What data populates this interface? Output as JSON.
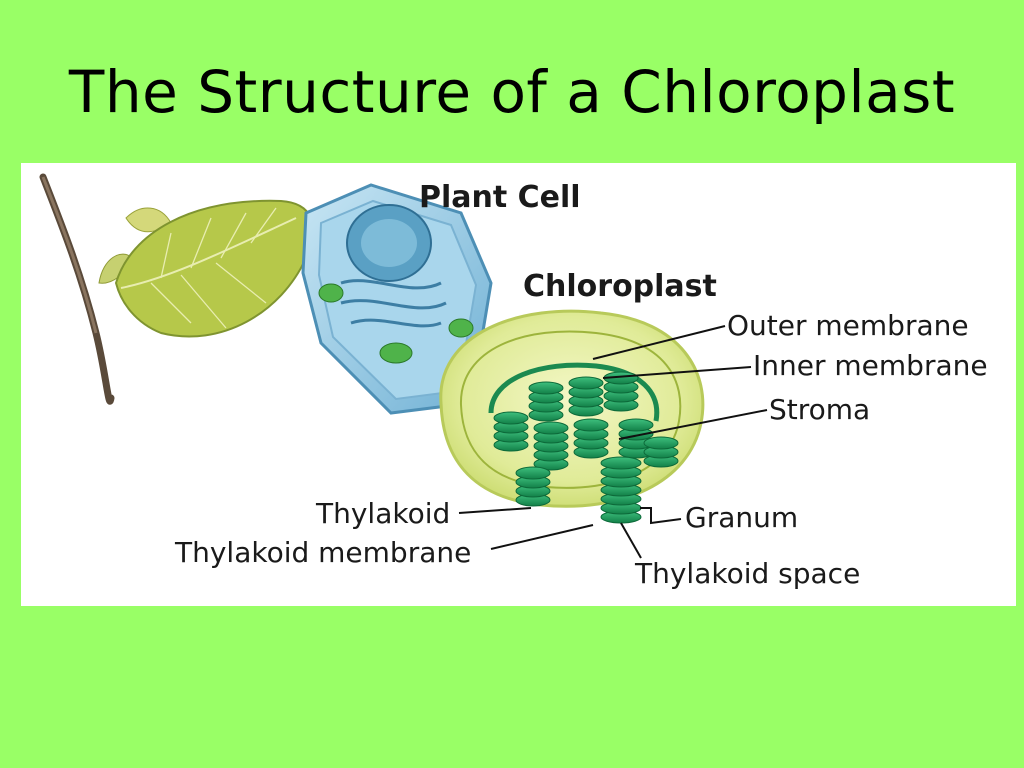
{
  "slide": {
    "title": "The Structure of a Chloroplast"
  },
  "diagram": {
    "labels": {
      "plant_cell": "Plant Cell",
      "chloroplast": "Chloroplast",
      "outer_membrane": "Outer membrane",
      "inner_membrane": "Inner membrane",
      "stroma": "Stroma",
      "thylakoid": "Thylakoid",
      "thylakoid_membrane": "Thylakoid membrane",
      "granum": "Granum",
      "thylakoid_space": "Thylakoid space"
    }
  },
  "colors": {
    "background": "#99ff66",
    "panel": "#ffffff",
    "chloroplast_green": "#1fa060",
    "cell_blue": "#8cc4e0",
    "leaf_green": "#a8c43a"
  }
}
